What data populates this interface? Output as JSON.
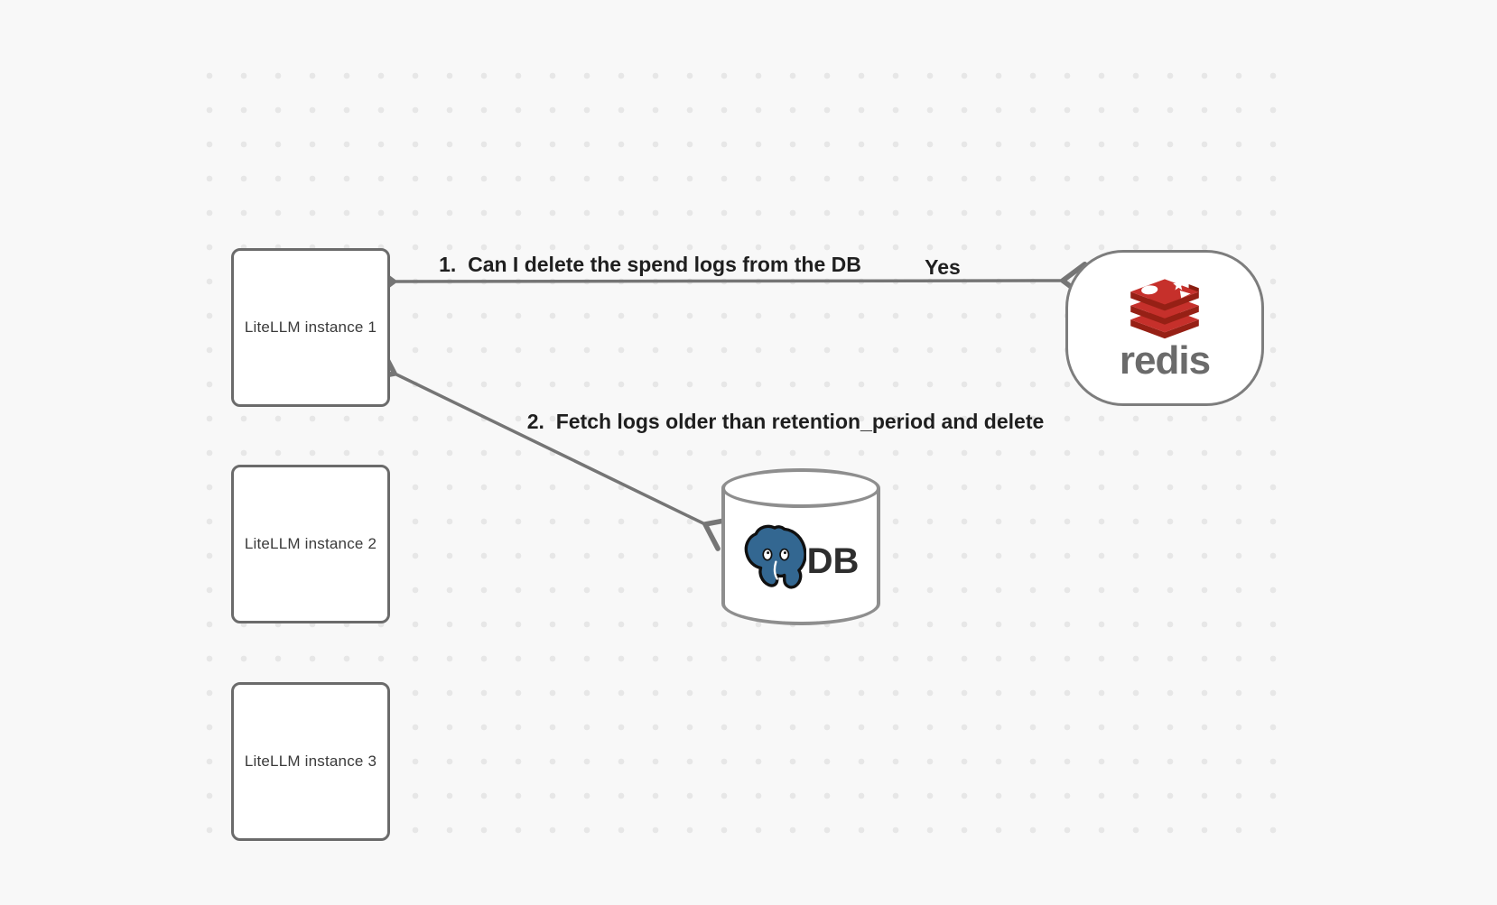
{
  "diagram": {
    "background_color": "#f8f8f8",
    "dot_color": "#e7e7e7",
    "stroke_color": "#757575"
  },
  "nodes": {
    "litellm_instances": [
      {
        "label": "LiteLLM instance 1"
      },
      {
        "label": "LiteLLM instance 2"
      },
      {
        "label": "LiteLLM instance 3"
      }
    ],
    "redis": {
      "wordmark": "redis",
      "icon": "redis-stack-logo",
      "brand_red": "#c6302b"
    },
    "db": {
      "label": "DB",
      "icon": "postgresql-elephant-logo",
      "brand_blue": "#336791"
    }
  },
  "edges": [
    {
      "label": "1.  Can I delete the spend logs from the DB",
      "answer": "Yes",
      "from": "litellm-instance-1",
      "to": "redis",
      "direction": "both"
    },
    {
      "label": "2.  Fetch logs older than retention_period and delete",
      "from": "litellm-instance-1",
      "to": "db",
      "direction": "both"
    }
  ]
}
